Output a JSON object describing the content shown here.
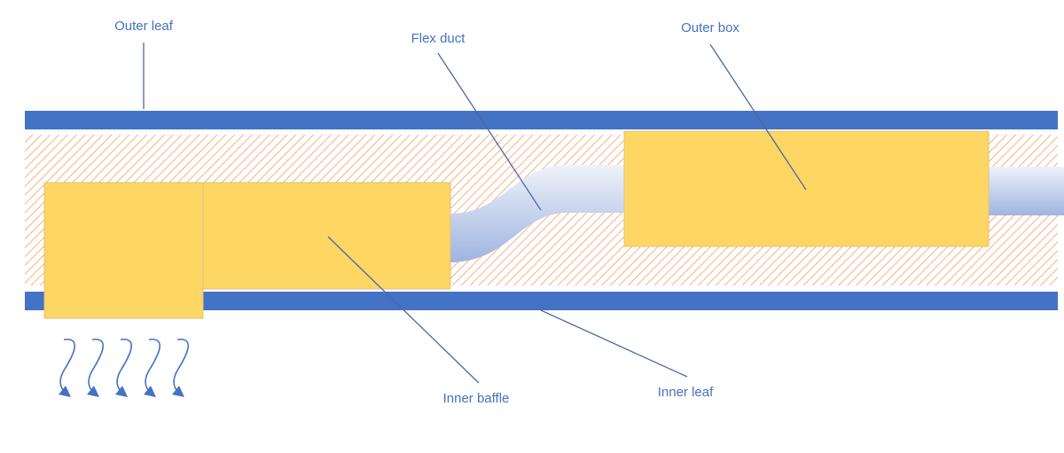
{
  "labels": {
    "outer_leaf": "Outer leaf",
    "flex_duct": "Flex duct",
    "outer_box": "Outer box",
    "inner_baffle": "Inner baffle",
    "inner_leaf": "Inner leaf"
  },
  "colors": {
    "leaf": "#4472c4",
    "box": "#fdd663",
    "hatch": "#f4b183",
    "label": "#4472c4",
    "leader": "#4a68a8"
  },
  "airflow_arrow_count": 5
}
